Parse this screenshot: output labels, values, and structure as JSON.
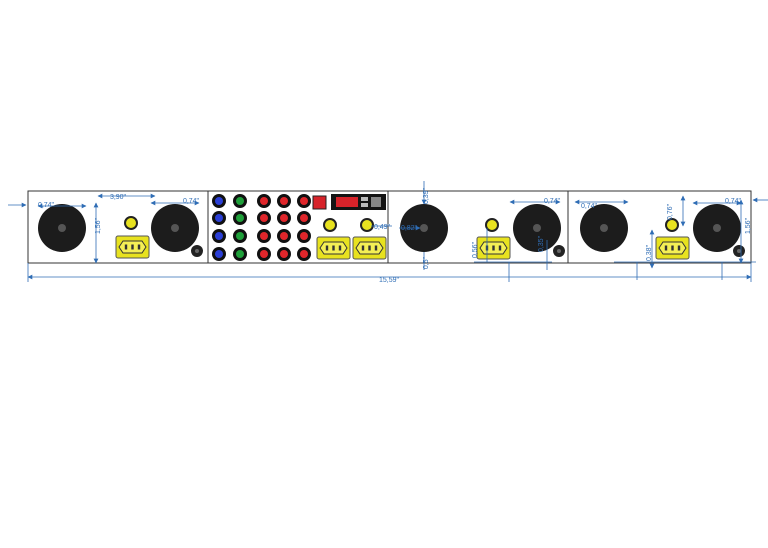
{
  "colors": {
    "dimension": "#2f6db5",
    "panel_line": "#333333",
    "knob": "#1c1c1c",
    "connector_yellow": "#e8e21f",
    "led_blue": "#2b3fd6",
    "led_green": "#1fa03a",
    "led_red": "#e0262b",
    "screen_red": "#d7232a"
  },
  "icons": {
    "knob": "large-rotary-knob-icon",
    "power_inlet": "iec-power-inlet-icon",
    "indicator": "yellow-indicator-icon",
    "small_knob": "small-black-knob-icon",
    "led": "led-indicator-icon",
    "display": "display-screen-icon",
    "switch": "red-rocker-switch-icon"
  },
  "dimensions": {
    "overall_width": "15,59\"",
    "section_width": "3,90\"",
    "knob_dia_1": "0,74\"",
    "knob_dia_2": "0,74\"",
    "knob_dia_3": "0,74\"",
    "knob_dia_4": "0,74\"",
    "knob_dia_5": "0,74\"",
    "height_left": "1,56\"",
    "height_right": "1,56\"",
    "knob_offset": "0,82\"",
    "top_offset": "0,39\"",
    "mid_offset": "0,49\"",
    "vert_1": "0,76\"",
    "vert_2": "0,38\"",
    "vert_3": "0,56\"",
    "small_a": "0,5\"",
    "small_b": "0,35\""
  }
}
